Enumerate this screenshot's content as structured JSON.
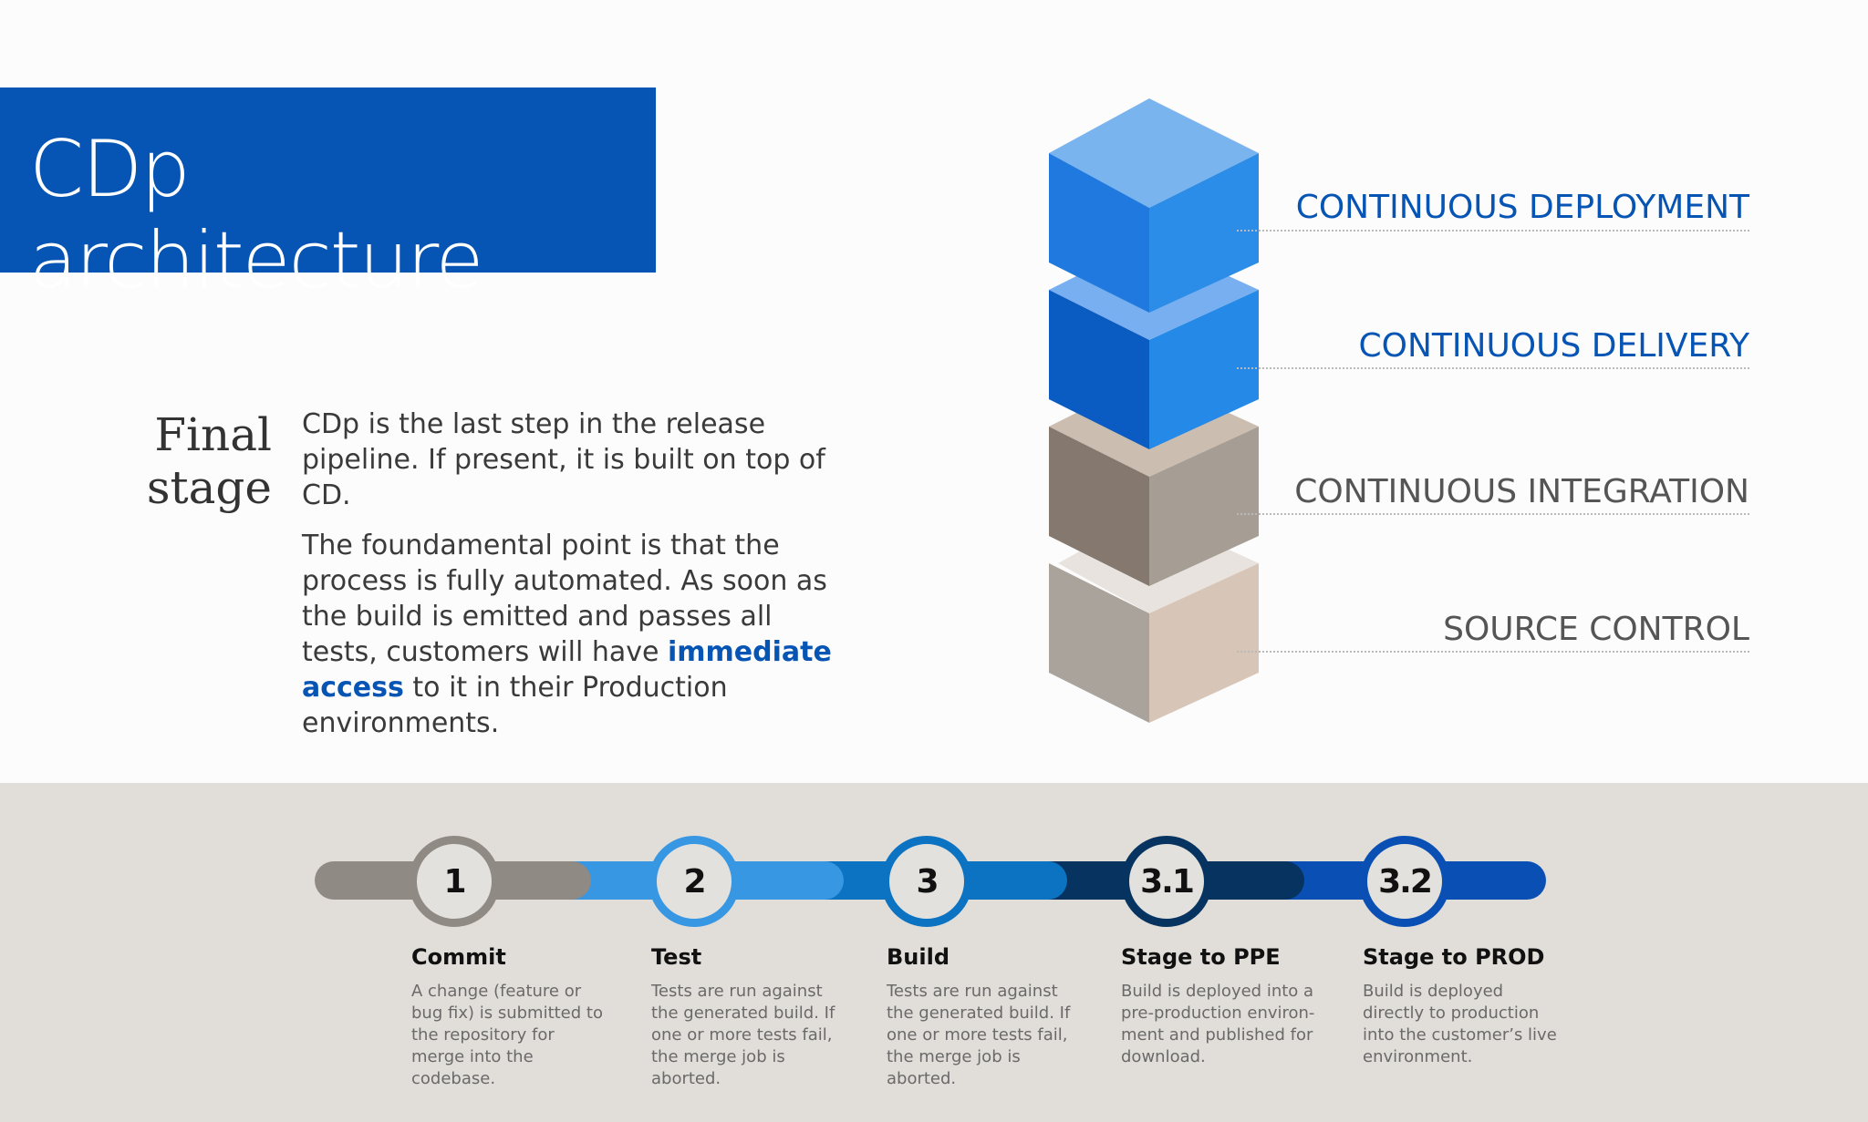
{
  "title": "CDp architecture",
  "intro": {
    "heading_line1": "Final",
    "heading_line2": "stage",
    "para1": "CDp is the last step in the release pipeline. If present, it is built on top of CD.",
    "para2_before": "The foundamental point is that the process is fully automated. As soon as the build is emitted and passes all tests, customers will have ",
    "para2_highlight": "immediate access",
    "para2_after": " to it in their Production environments."
  },
  "stack_layers": [
    {
      "label": "CONTINUOUS DEPLOYMENT",
      "color": "#0654b3"
    },
    {
      "label": "CONTINUOUS DELIVERY",
      "color": "#0654b3"
    },
    {
      "label": "CONTINUOUS INTEGRATION",
      "color": "#555555"
    },
    {
      "label": "SOURCE CONTROL",
      "color": "#555555"
    }
  ],
  "steps": [
    {
      "number": "1",
      "title": "Commit",
      "description": "A change (feature or bug fix) is submitted to the repository for merge into the codebase.",
      "color": "#8f8a84"
    },
    {
      "number": "2",
      "title": "Test",
      "description": "Tests are run against the generated build. If one or more tests fail, the merge job is aborted.",
      "color": "#3797e3"
    },
    {
      "number": "3",
      "title": "Build",
      "description": "Tests are run against the generated build. If one or more tests fail, the merge job is aborted.",
      "color": "#0c73c2"
    },
    {
      "number": "3.1",
      "title": "Stage to PPE",
      "description": "Build is deployed into a pre-production environ-ment and published for download.",
      "color": "#06335f"
    },
    {
      "number": "3.2",
      "title": "Stage to PROD",
      "description": "Build is deployed directly to production into the customer’s live environment.",
      "color": "#0a4fb4"
    }
  ]
}
